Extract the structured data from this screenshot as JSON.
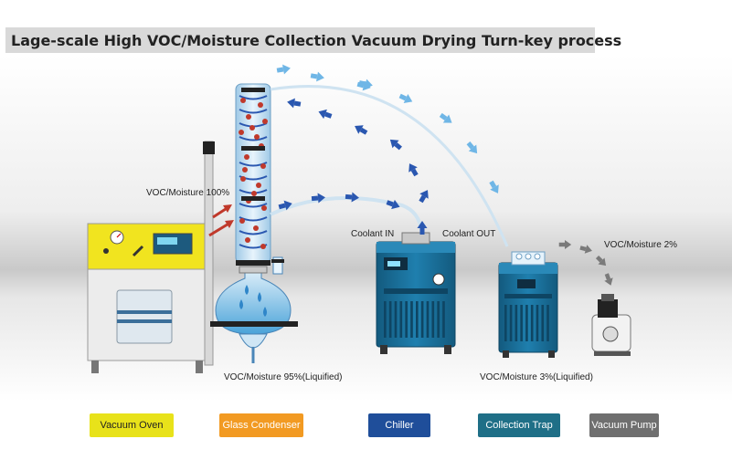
{
  "title": "Lage-scale High VOC/Moisture Collection Vacuum Drying Turn-key process",
  "labels": {
    "voc_100": "VOC/Moisture 100%",
    "coolant_in": "Coolant IN",
    "coolant_out": "Coolant OUT",
    "voc_2": "VOC/Moisture 2%",
    "voc_95": "VOC/Moisture 95%(Liquified)",
    "voc_3": "VOC/Moisture 3%(Liquified)"
  },
  "components": [
    {
      "label": "Vacuum Oven",
      "color": "#e8e21a",
      "text_color": "#222222"
    },
    {
      "label": "Glass Condenser",
      "color": "#f29a22",
      "text_color": "#ffffff"
    },
    {
      "label": "Chiller",
      "color": "#1f4e9a",
      "text_color": "#ffffff"
    },
    {
      "label": "Collection Trap",
      "color": "#1f6f87",
      "text_color": "#ffffff"
    },
    {
      "label": "Vacuum Pump",
      "color": "#6f6f6f",
      "text_color": "#ffffff"
    }
  ],
  "colors": {
    "oven_yellow": "#f1e41f",
    "chiller_blue": "#1b6f99",
    "flow_dark_blue": "#2a57b0",
    "flow_light_blue": "#6fb6e6",
    "flow_red": "#c0392b",
    "flow_gray": "#7a7a7a"
  }
}
